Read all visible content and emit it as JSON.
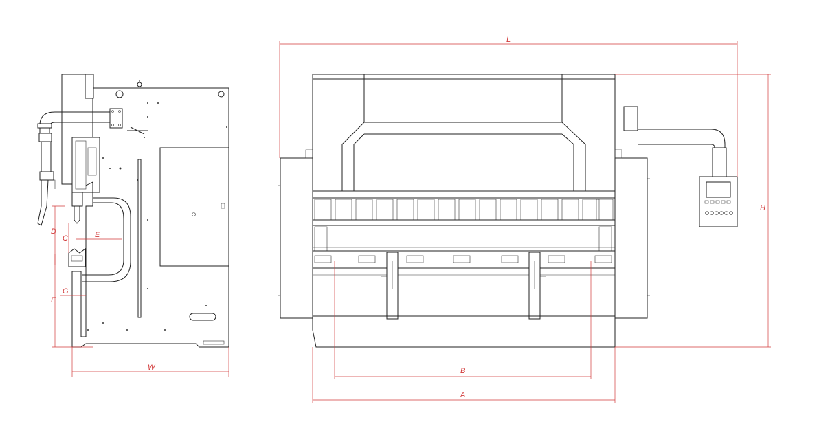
{
  "dimensions": {
    "L": "L",
    "H": "H",
    "A": "A",
    "B": "B",
    "W": "W",
    "C": "C",
    "D": "D",
    "E": "E",
    "F": "F",
    "G": "G"
  },
  "colors": {
    "dimension": "#d23a3a",
    "line": "#222222"
  }
}
